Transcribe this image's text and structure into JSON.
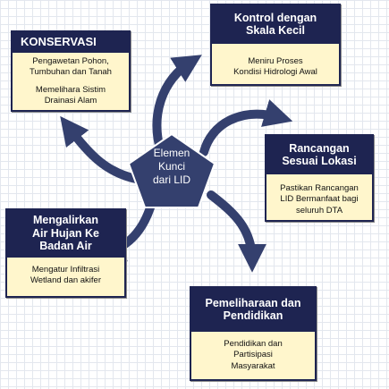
{
  "center": {
    "label": "Elemen\nKunci\ndari LID"
  },
  "boxes": {
    "konservasi": {
      "title": "KONSERVASI",
      "lines": [
        "Pengawetan Pohon,",
        "Tumbuhan dan Tanah",
        "Memelihara Sistim",
        "Drainasi Alam"
      ]
    },
    "kontrol": {
      "title": "Kontrol dengan\nSkala Kecil",
      "lines": [
        "Meniru Proses",
        "Kondisi Hidrologi Awal"
      ]
    },
    "rancangan": {
      "title": "Rancangan\nSesuai Lokasi",
      "lines": [
        "Pastikan Rancangan",
        "LID Bermanfaat bagi",
        "seluruh DTA"
      ]
    },
    "mengalirkan": {
      "title": "Mengalirkan\nAir Hujan Ke\nBadan Air",
      "lines": [
        "Mengatur Infiltrasi",
        "Wetland dan akifer"
      ]
    },
    "pemeliharaan": {
      "title": "Pemeliharaan dan\nPendidikan",
      "lines": [
        "Pendidikan dan",
        "Partisipasi",
        "Masyarakat"
      ]
    }
  },
  "colors": {
    "navy": "#1e2451",
    "arrow": "#34406e",
    "body": "#fff6cc"
  }
}
